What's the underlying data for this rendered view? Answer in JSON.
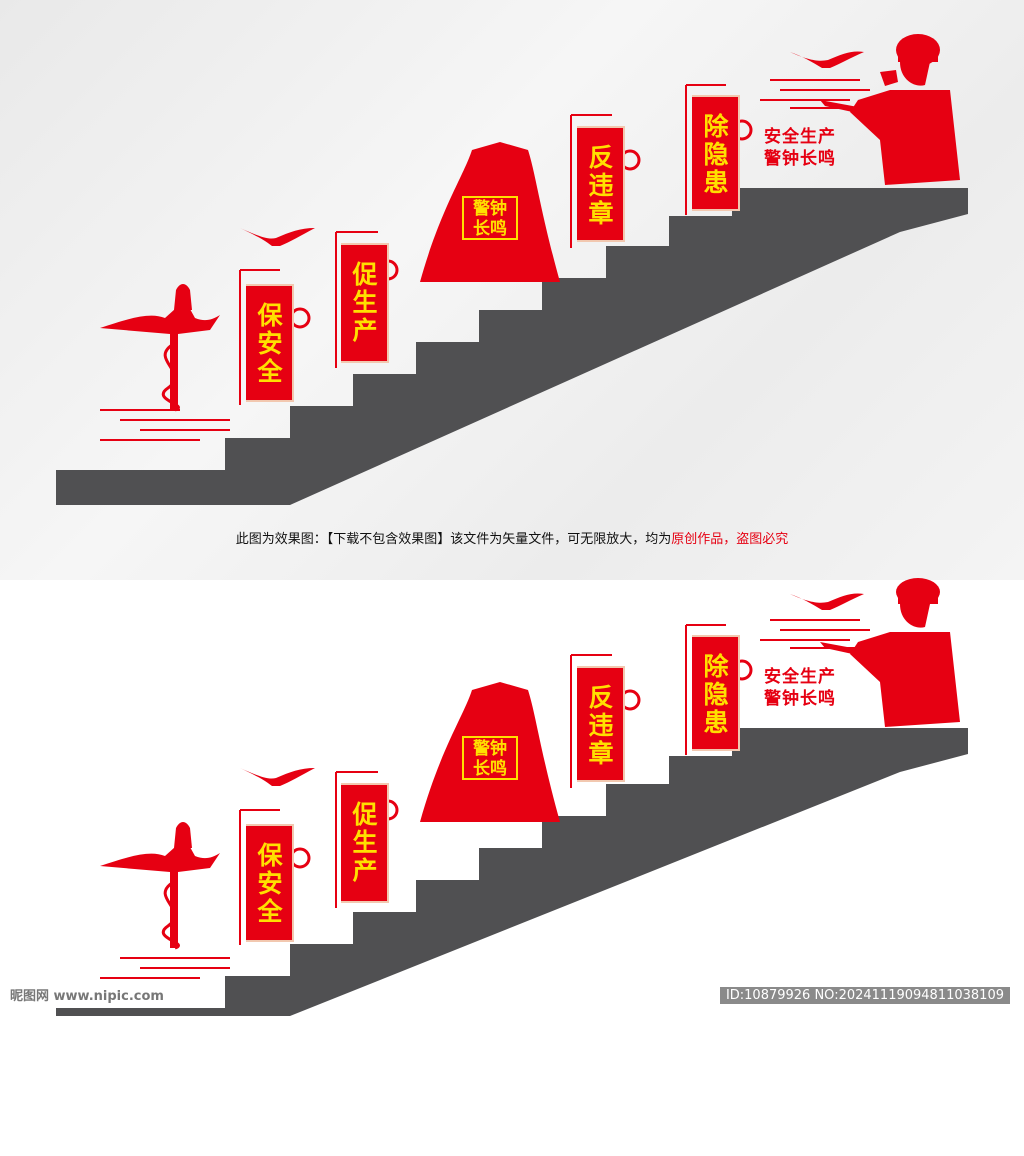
{
  "scene": {
    "banners": [
      {
        "id": "bao",
        "text": "保安全"
      },
      {
        "id": "cu",
        "text": "促生产"
      },
      {
        "id": "fan",
        "text": "反违章"
      },
      {
        "id": "chu",
        "text": "除隐患"
      }
    ],
    "bell_text": "警钟长鸣",
    "slogan_line1": "安全生产",
    "slogan_line2": "警钟长鸣"
  },
  "caption": {
    "text": "此图为效果图：【下载不包含效果图】该文件为矢量文件，可无限放大，均为",
    "highlight": "原创作品，盗图必究"
  },
  "watermark": {
    "site": "昵图网 www.nipic.com",
    "id": "ID:10879926 NO:20241119094811038109"
  },
  "colors": {
    "red": "#e60012",
    "yellow": "#ffe000",
    "stair": "#505052"
  }
}
